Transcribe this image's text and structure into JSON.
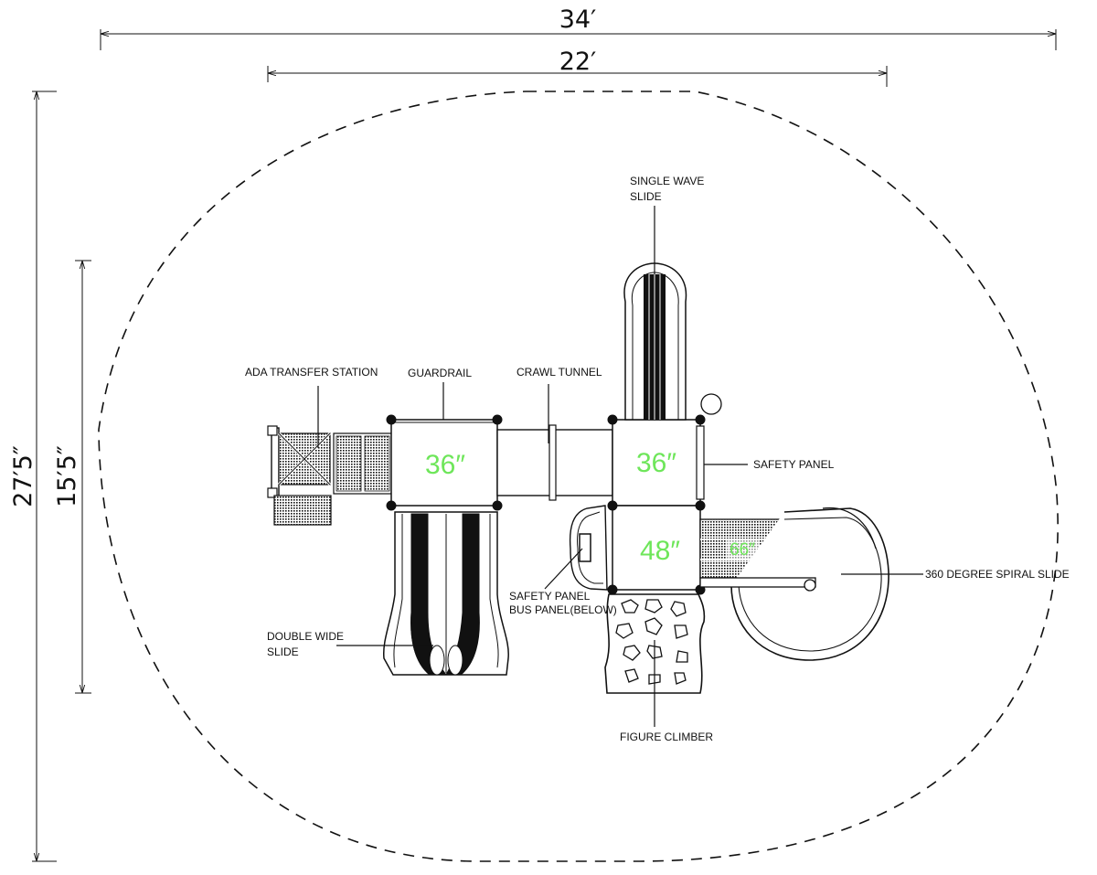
{
  "dimensions": {
    "overall_width": "34′",
    "structure_width": "22′",
    "overall_depth": "27′5″",
    "structure_depth": "15′5″"
  },
  "deck_heights": {
    "left_deck": "36″",
    "center_top_deck": "36″",
    "center_bottom_deck": "48″",
    "right_deck": "66″"
  },
  "labels": {
    "ada_transfer_station": "ADA TRANSFER STATION",
    "guardrail": "GUARDRAIL",
    "crawl_tunnel": "CRAWL TUNNEL",
    "single_wave_slide_line1": "SINGLE WAVE",
    "single_wave_slide_line2": "SLIDE",
    "safety_panel_right": "SAFETY PANEL",
    "spiral_slide": "360 DEGREE SPIRAL SLIDE",
    "safety_panel_bus_line1": "SAFETY PANEL",
    "safety_panel_bus_line2": "BUS PANEL(BELOW)",
    "double_wide_slide_line1": "DOUBLE WIDE",
    "double_wide_slide_line2": "SLIDE",
    "figure_climber": "FIGURE CLIMBER"
  },
  "colors": {
    "line": "#111111",
    "height_text": "#6ee65a"
  }
}
